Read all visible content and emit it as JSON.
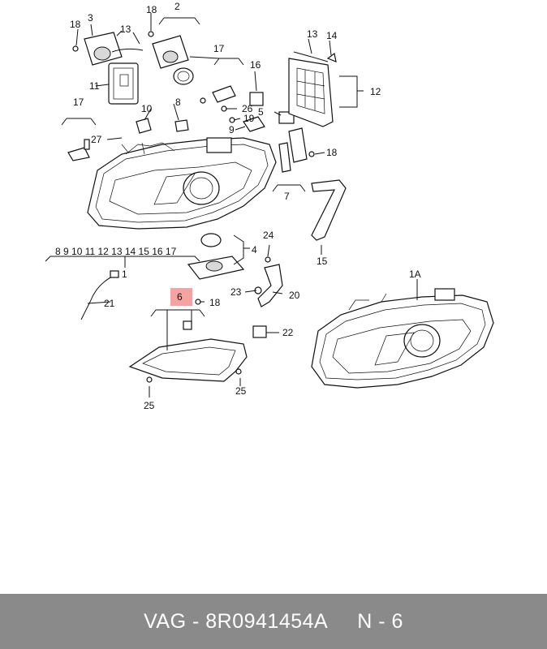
{
  "callouts": {
    "c1": "1",
    "c1a": "1A",
    "c2": "2",
    "c3": "3",
    "c4": "4",
    "c5": "5",
    "c6": "6",
    "c7": "7",
    "c8": "8",
    "c9": "9",
    "c10": "10",
    "c11": "11",
    "c12": "12",
    "c13a": "13",
    "c13b": "13",
    "c14": "14",
    "c15": "15",
    "c16": "16",
    "c17a": "17",
    "c17b": "17",
    "c17c": "17",
    "c18a": "18",
    "c18b": "18",
    "c18c": "18",
    "c18d": "18",
    "c19": "19",
    "c20": "20",
    "c21": "21",
    "c22": "22",
    "c23": "23",
    "c24": "24",
    "c25a": "25",
    "c25b": "25",
    "c26": "26",
    "c27": "27"
  },
  "list_under_headlight": "8 9 10 11 12 13 14 15 16 17",
  "highlight_color": "#f4a3a3",
  "footer": {
    "brand": "VAG",
    "separator": " - ",
    "part_number": "8R0941454A",
    "position_label": "N - 6"
  }
}
